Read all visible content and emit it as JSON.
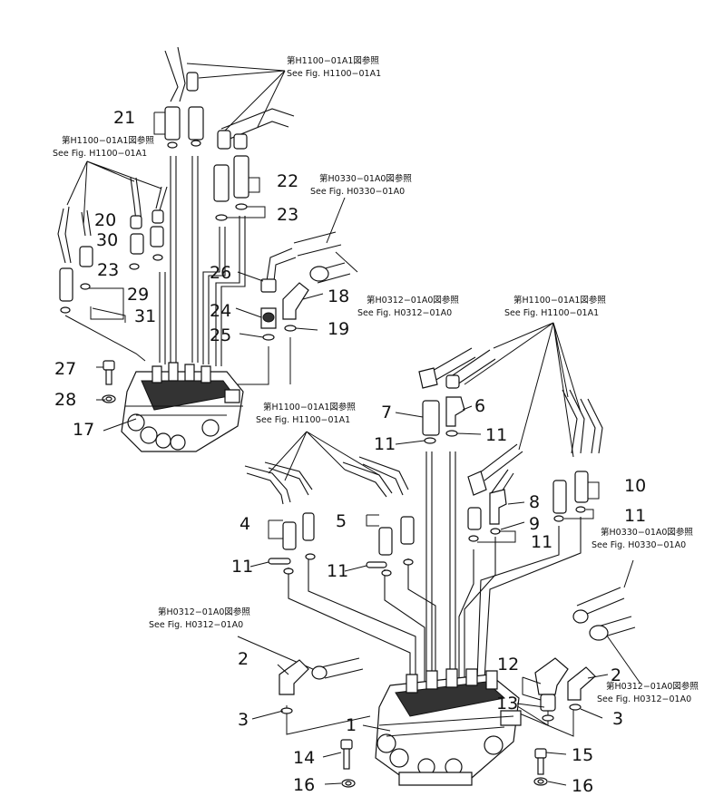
{
  "references": {
    "h1100_jp": "第H1100−01A1図参照",
    "h1100_en": "See Fig. H1100−01A1",
    "h0330_jp": "第H0330−01A0図参照",
    "h0330_en": "See Fig. H0330−01A0",
    "h0312_jp": "第H0312−01A0図参照",
    "h0312_en": "See Fig. H0312−01A0"
  },
  "part_numbers": {
    "p1": "1",
    "p2": "2",
    "p3": "3",
    "p4": "4",
    "p5": "5",
    "p6": "6",
    "p7": "7",
    "p8": "8",
    "p9": "9",
    "p10": "10",
    "p11": "11",
    "p12": "12",
    "p13": "13",
    "p14": "14",
    "p15": "15",
    "p16": "16",
    "p17": "17",
    "p18": "18",
    "p19": "19",
    "p20": "20",
    "p21": "21",
    "p22": "22",
    "p23": "23",
    "p24": "24",
    "p25": "25",
    "p26": "26",
    "p27": "27",
    "p28": "28",
    "p29": "29",
    "p30": "30",
    "p31": "31"
  }
}
